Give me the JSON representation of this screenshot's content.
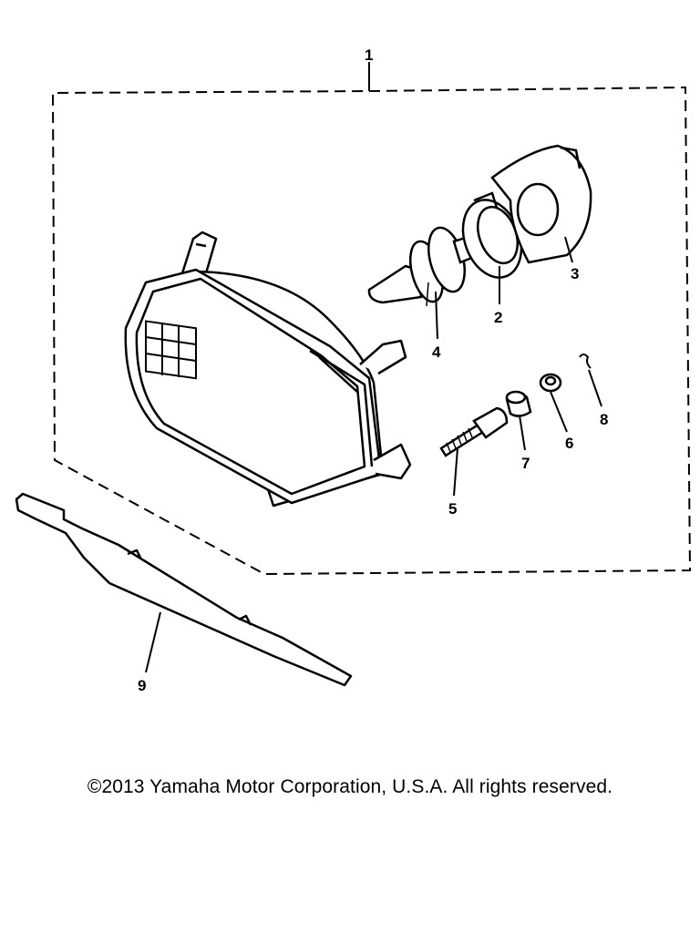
{
  "callouts": {
    "c1": "1",
    "c2": "2",
    "c3": "3",
    "c4": "4",
    "c5": "5",
    "c6": "6",
    "c7": "7",
    "c8": "8",
    "c9": "9"
  },
  "footer": {
    "copyright": "©2013 Yamaha Motor Corporation, U.S.A. All rights reserved."
  }
}
